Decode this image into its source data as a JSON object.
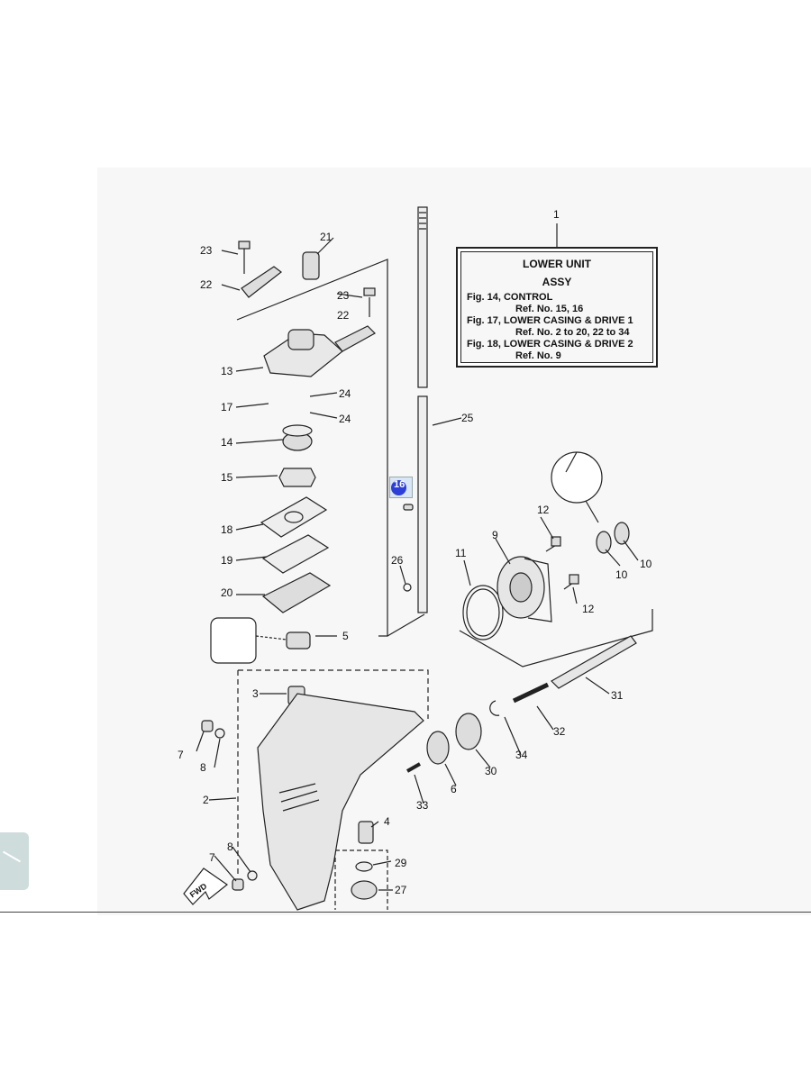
{
  "legend": {
    "ref": "1",
    "title1": "LOWER UNIT",
    "title2": "ASSY",
    "lines": [
      "Fig. 14, CONTROL",
      "Ref. No. 15, 16",
      "Fig. 17, LOWER CASING & DRIVE 1",
      "Ref. No. 2 to 20, 22 to 34",
      "Fig. 18, LOWER CASING & DRIVE 2",
      "Ref. No. 9"
    ]
  },
  "highlight": {
    "number": "16",
    "color": "#2d3fd6"
  },
  "fwd_label": "FWD",
  "callouts": [
    "23",
    "21",
    "22",
    "23",
    "22",
    "13",
    "17",
    "24",
    "24",
    "14",
    "15",
    "18",
    "19",
    "20",
    "5",
    "3",
    "7",
    "8",
    "2",
    "7",
    "8",
    "25",
    "26",
    "11",
    "9",
    "12",
    "12",
    "10",
    "10",
    "31",
    "32",
    "34",
    "30",
    "6",
    "33",
    "4",
    "29",
    "27"
  ],
  "colors": {
    "line": "#222222",
    "background": "#f7f7f7"
  }
}
